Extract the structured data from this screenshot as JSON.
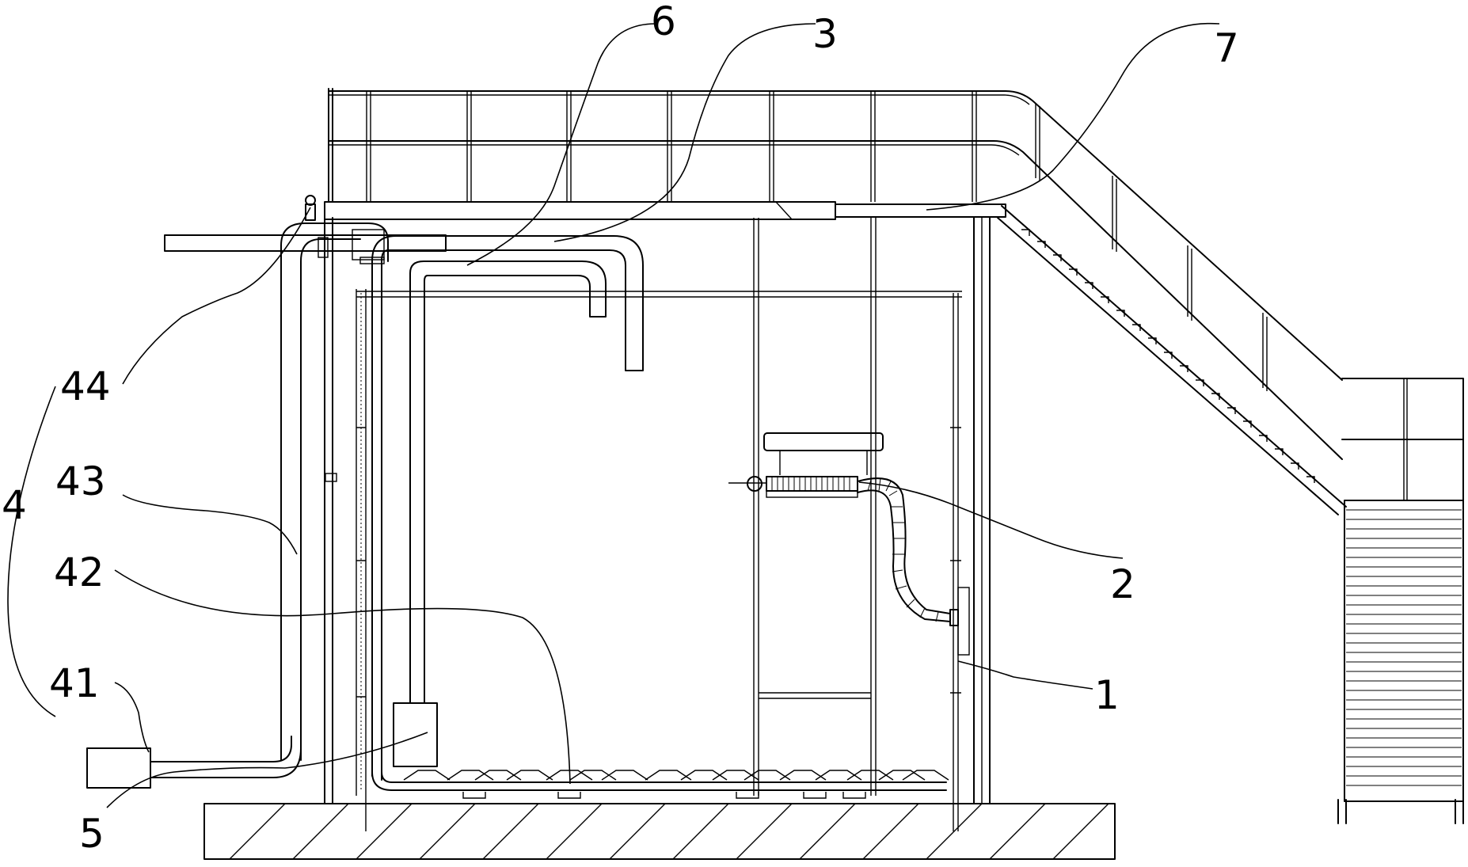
{
  "labels": {
    "l6": "6",
    "l3": "3",
    "l7": "7",
    "l44": "44",
    "l43": "43",
    "l4": "4",
    "l42": "42",
    "l41": "41",
    "l2": "2",
    "l1": "1",
    "l5": "5"
  }
}
